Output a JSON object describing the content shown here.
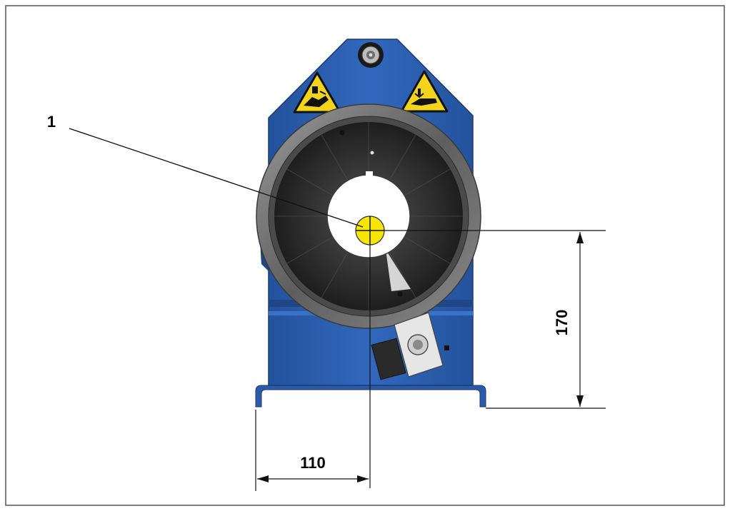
{
  "callout": {
    "number": "1"
  },
  "dimensions": {
    "horizontal": "110",
    "vertical": "170"
  },
  "colors": {
    "machine_blue": "#2c5fae",
    "machine_blue_dark": "#1f4786",
    "warning_yellow": "#f2d51b",
    "die_black": "#2a2a2a",
    "ring_grey": "#7d7d7d",
    "center_mark_yellow": "#f7e600"
  },
  "icons": [
    "crush-hazard-warning-icon",
    "hand-pinch-warning-icon",
    "pressure-gauge-icon"
  ]
}
